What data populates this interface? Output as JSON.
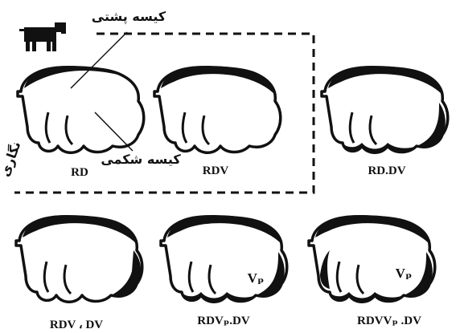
{
  "annotations": {
    "dorsal_sac": "کیسه پشتی",
    "ventral_sac": "کیسه شکمی",
    "reticulum": "نگاری"
  },
  "panels": [
    {
      "label": "RD",
      "vp": ""
    },
    {
      "label": "RDV",
      "vp": ""
    },
    {
      "label": "RD.DV",
      "vp": ""
    },
    {
      "label": "RDV ، DV",
      "vp": ""
    },
    {
      "label": "RDVₚ.DV",
      "vp": "Vₚ"
    },
    {
      "label": "RDVVₚ .DV",
      "vp": "Vₚ"
    }
  ],
  "icons": {
    "animal": "cow-icon"
  },
  "colors": {
    "ink": "#111111",
    "background": "#ffffff"
  }
}
